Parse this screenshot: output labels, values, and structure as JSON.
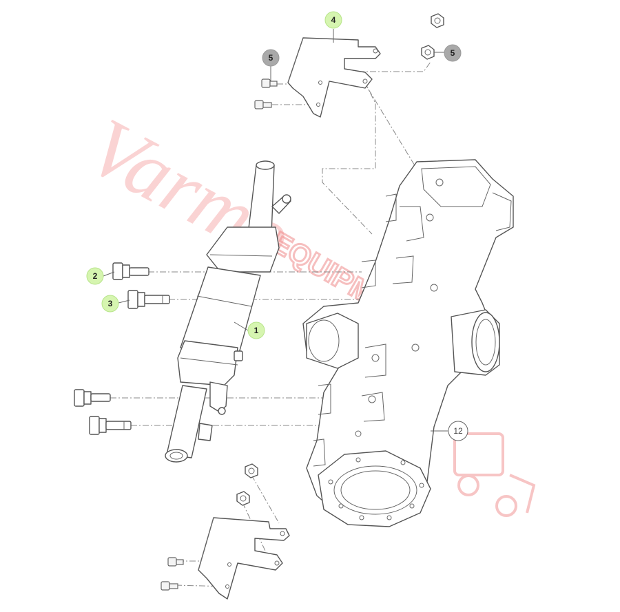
{
  "callouts": {
    "c1": "1",
    "c2": "2",
    "c3": "3",
    "c4": "4",
    "c5a": "5",
    "c5b": "5",
    "c12": "12"
  },
  "watermark": {
    "script_text": "Varmo",
    "block_text": "EQUIPMENT"
  },
  "colors": {
    "callout_green": "#d6f5b0",
    "callout_gray": "#a9a9a9",
    "watermark": "#f4a0a0",
    "line": "#555555"
  }
}
